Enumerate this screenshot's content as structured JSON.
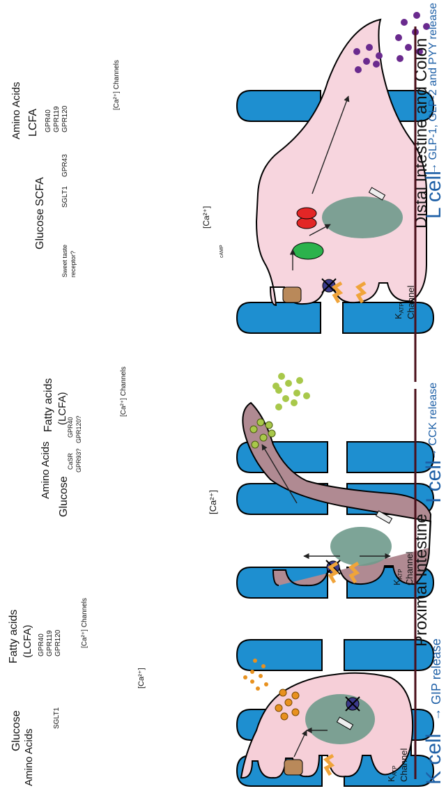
{
  "sections": {
    "proximal": "Proximal Intestine",
    "distal": "Distal Intestine and Colon"
  },
  "k_cell": {
    "title": "K cell",
    "release": "GIP release",
    "inputs": {
      "amino_acids": "Amino Acids",
      "glucose": "Glucose",
      "fatty_acids": "Fatty acids",
      "lcfa": "(LCFA)"
    },
    "receptors": {
      "sglt1": "SGLT1",
      "gpr40": "GPR40",
      "gpr119": "GPR119",
      "gpr120": "GPR120"
    },
    "katp": "K",
    "katp_sub": "ATP",
    "channel": "Channel",
    "ca_channels": "[Ca²⁺] Channels",
    "ca": "[Ca²⁺]"
  },
  "i_cell": {
    "title": "I cell",
    "release": "CCK release",
    "inputs": {
      "glucose": "Glucose",
      "amino_acids": "Amino Acids",
      "fatty_acids": "Fatty acids",
      "lcfa": "(LCFA)"
    },
    "receptors": {
      "casr": "CaSR",
      "gpr93": "GPR93?",
      "gpr40": "GPR40",
      "gpr120": "GPR120?"
    },
    "katp": "K",
    "katp_sub": "ATP",
    "channel": "Channel",
    "ca_channels": "[Ca²⁺] Channels",
    "ca": "[Ca²⁺]"
  },
  "l_cell": {
    "title": "L cell",
    "release": "GLP-1, GLP-2 and PYY release",
    "inputs": {
      "sweet": "Sweet taste",
      "receptor": "receptor?",
      "glucose": "Glucose",
      "scfa": "SCFA",
      "amino_acids": "Amino Acids",
      "lcfa": "LCFA"
    },
    "receptors": {
      "sglt1": "SGLT1",
      "gpr43": "GPR43",
      "gpr40": "GPR40",
      "gpr119": "GPR119",
      "gpr120": "GPR120"
    },
    "katp": "K",
    "katp_sub": "ATP",
    "channel": "Channel",
    "ca_channels": "[Ca²⁺] Channels",
    "ca": "[Ca²⁺]",
    "enzyme": "cAMP"
  },
  "colors": {
    "villus": "#1e8fd0",
    "k_cell": "#f6cfd8",
    "i_cell": "#b08a92",
    "l_cell": "#f7d5de",
    "nucleus": "#6f9a8c",
    "receptor": "#f0a43a",
    "transporter": "#b9895a",
    "gip_granule": "#e8911e",
    "cck_granule": "#a8c84a",
    "glp_granule": "#6a2a8e",
    "l_enzyme": "#2bb24c",
    "l_channel_red": "#e32626",
    "bar": "#4a0f1a",
    "label_blue": "#1d5fa6"
  }
}
